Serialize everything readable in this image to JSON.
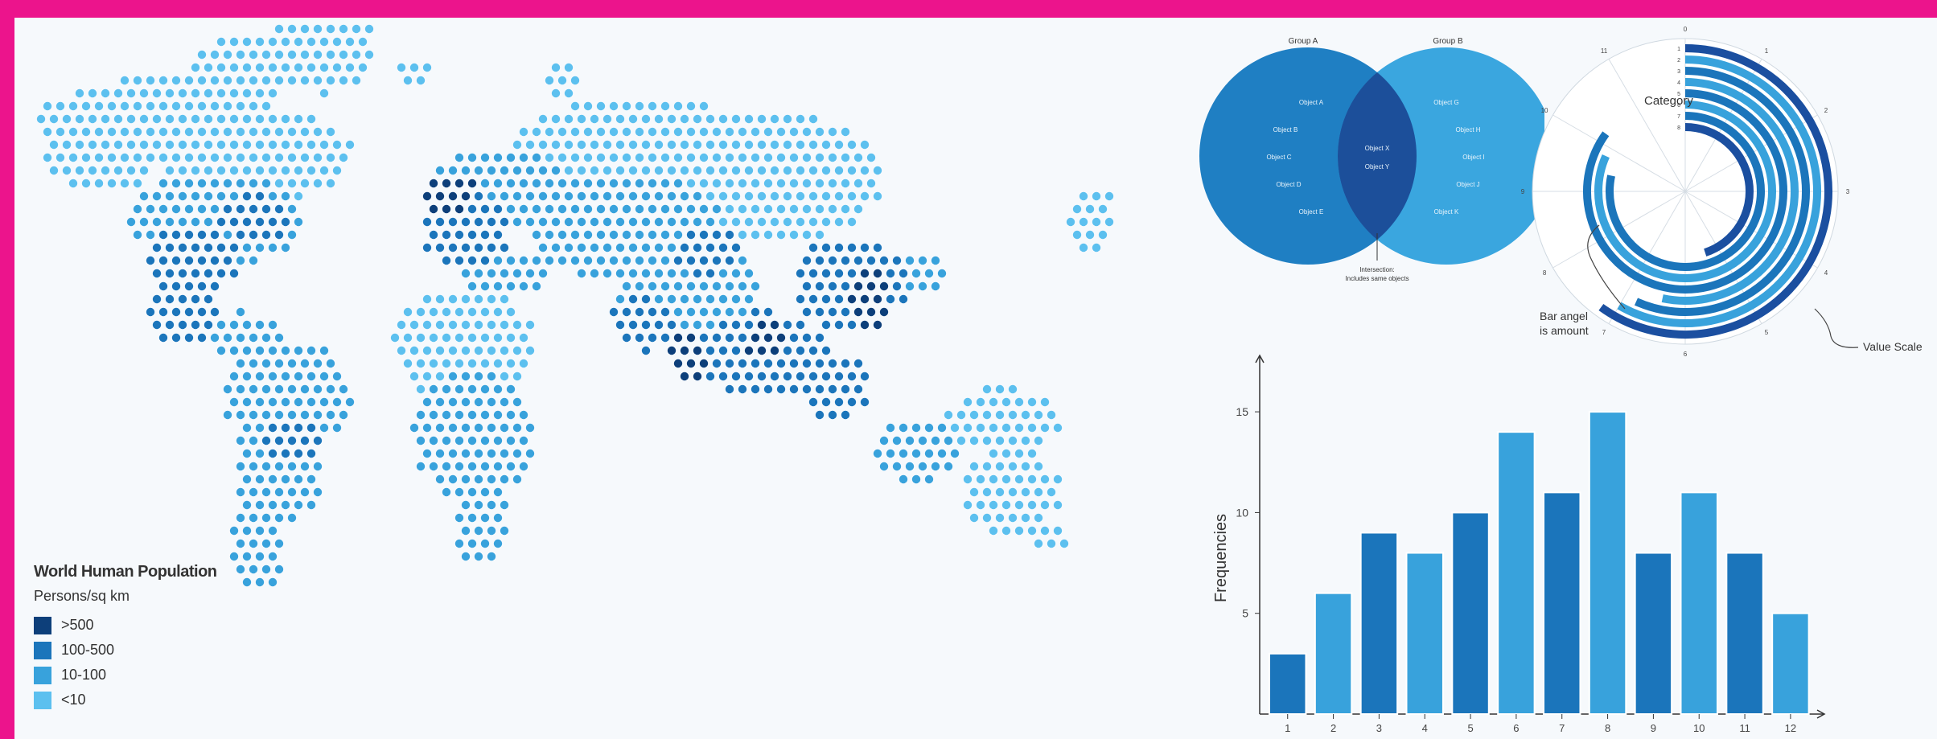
{
  "map": {
    "title": "World Human Population",
    "unit": "Persons/sq km",
    "legend": [
      {
        "label": ">500",
        "color": "#0d3f7a"
      },
      {
        "label": "100-500",
        "color": "#1b75bb"
      },
      {
        "label": "10-100",
        "color": "#38a2dc"
      },
      {
        "label": "<10",
        "color": "#5cc0ef"
      }
    ]
  },
  "venn": {
    "set_a": "Group A",
    "set_b": "Group B",
    "items_a": [
      "Object A",
      "Object B",
      "Object C",
      "Object D",
      "Object E"
    ],
    "items_b": [
      "Object G",
      "Object H",
      "Object I",
      "Object J",
      "Object K"
    ],
    "items_ab": [
      "Object X",
      "Object Y"
    ],
    "annotation_line1": "Intersection:",
    "annotation_line2": "Includes same objects",
    "colors": {
      "a": "#1f7fc3",
      "b": "#3aa6df",
      "ab": "#1c4f9a"
    }
  },
  "radial": {
    "category_label": "Category",
    "angle_label_line1": "Bar angel",
    "angle_label_line2": "is amount",
    "value_label": "Value Scale",
    "ticks": [
      "0",
      "1",
      "2",
      "3",
      "4",
      "5",
      "6",
      "7",
      "8",
      "9",
      "10",
      "11"
    ],
    "categories": [
      "1",
      "2",
      "3",
      "4",
      "5",
      "6",
      "7",
      "8"
    ],
    "values": [
      7.2,
      7.0,
      6.8,
      6.4,
      10.2,
      9.8,
      9.4,
      5.4
    ],
    "max": 12,
    "colors": [
      "#1b4fa0",
      "#38a2dc",
      "#1b75bb",
      "#38a2dc",
      "#1b75bb",
      "#38a2dc",
      "#1b75bb",
      "#1b4fa0"
    ]
  },
  "chart_data": {
    "type": "bar",
    "categories": [
      "1",
      "2",
      "3",
      "4",
      "5",
      "6",
      "7",
      "8",
      "9",
      "10",
      "11",
      "12"
    ],
    "values": [
      3,
      6,
      9,
      8,
      10,
      14,
      11,
      15,
      8,
      11,
      8,
      5
    ],
    "ylabel": "Frequencies",
    "xlabel": "",
    "yticks": [
      "5",
      "10",
      "15"
    ],
    "ylim": [
      0,
      17
    ],
    "colors": [
      "#1b75bb",
      "#38a2dc"
    ],
    "grid": false
  }
}
